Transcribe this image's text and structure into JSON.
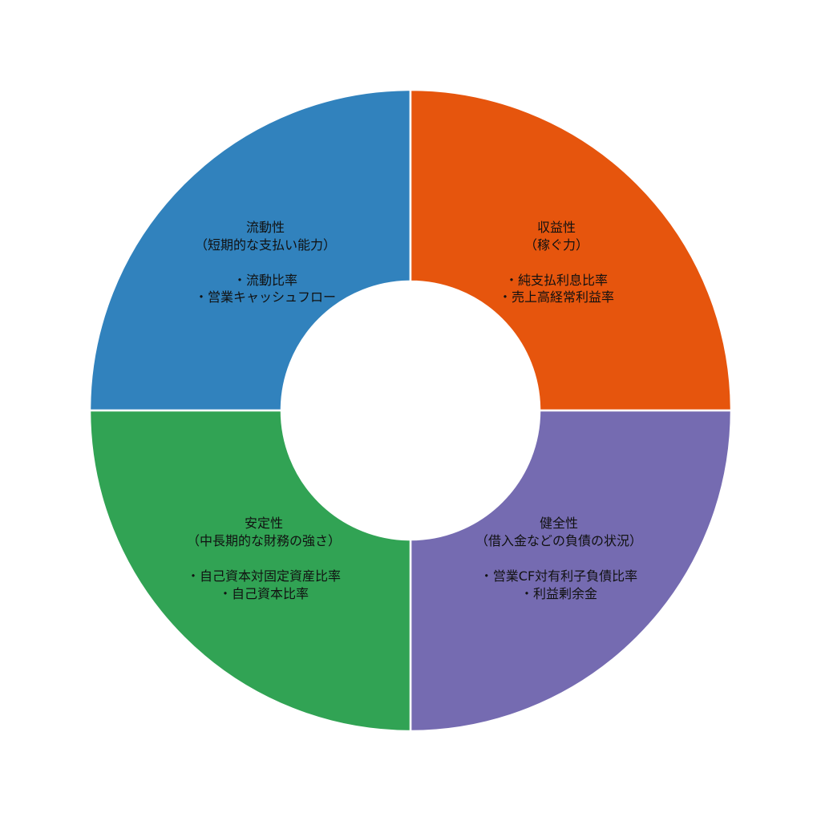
{
  "segments": [
    {
      "id": "liquidity",
      "title": "流動性",
      "subtitle": "（短期的な支払い能力）",
      "items": [
        "・流動比率",
        "・営業キャッシュフロー"
      ],
      "color": "#3182bd",
      "value": 1
    },
    {
      "id": "profitability",
      "title": "収益性",
      "subtitle": "（稼ぐ力）",
      "items": [
        "・純支払利息比率",
        "・売上高経常利益率"
      ],
      "color": "#e6550d",
      "value": 1
    },
    {
      "id": "soundness",
      "title": "健全性",
      "subtitle": "（借入金などの負債の状況）",
      "items": [
        "・営業CF対有利子負債比率",
        "・利益剰余金"
      ],
      "color": "#756bb1",
      "value": 1
    },
    {
      "id": "stability",
      "title": "安定性",
      "subtitle": "（中長期的な財務の強さ）",
      "items": [
        "・自己資本対固定資産比率",
        "・自己資本比率"
      ],
      "color": "#31a354",
      "value": 1
    }
  ]
}
